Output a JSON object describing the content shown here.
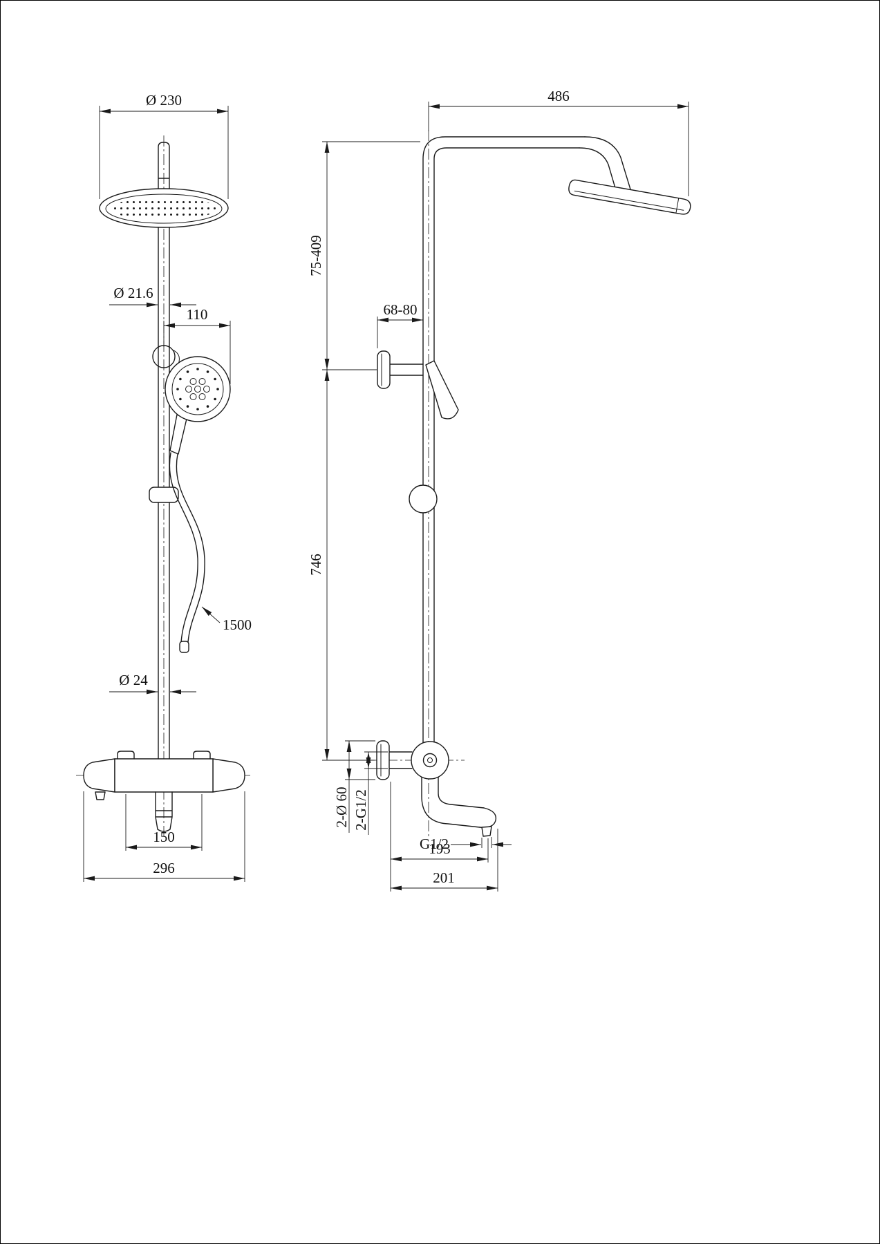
{
  "front_view": {
    "head_diameter": "Ø 230",
    "pipe_diameter": "Ø 21.6",
    "hand_shower_width": "110",
    "hose_length": "1500",
    "lower_pipe_diameter": "Ø 24",
    "inlet_spacing": "150",
    "overall_width": "296"
  },
  "side_view": {
    "arm_reach": "486",
    "height_range": "75-409",
    "wall_distance_range": "68-80",
    "column_length": "746",
    "flange_diameter": "2-Ø 60",
    "connection_thread": "2-G1/2",
    "spout_thread": "G1/2",
    "spout_reach": "193",
    "spout_overall": "201"
  }
}
